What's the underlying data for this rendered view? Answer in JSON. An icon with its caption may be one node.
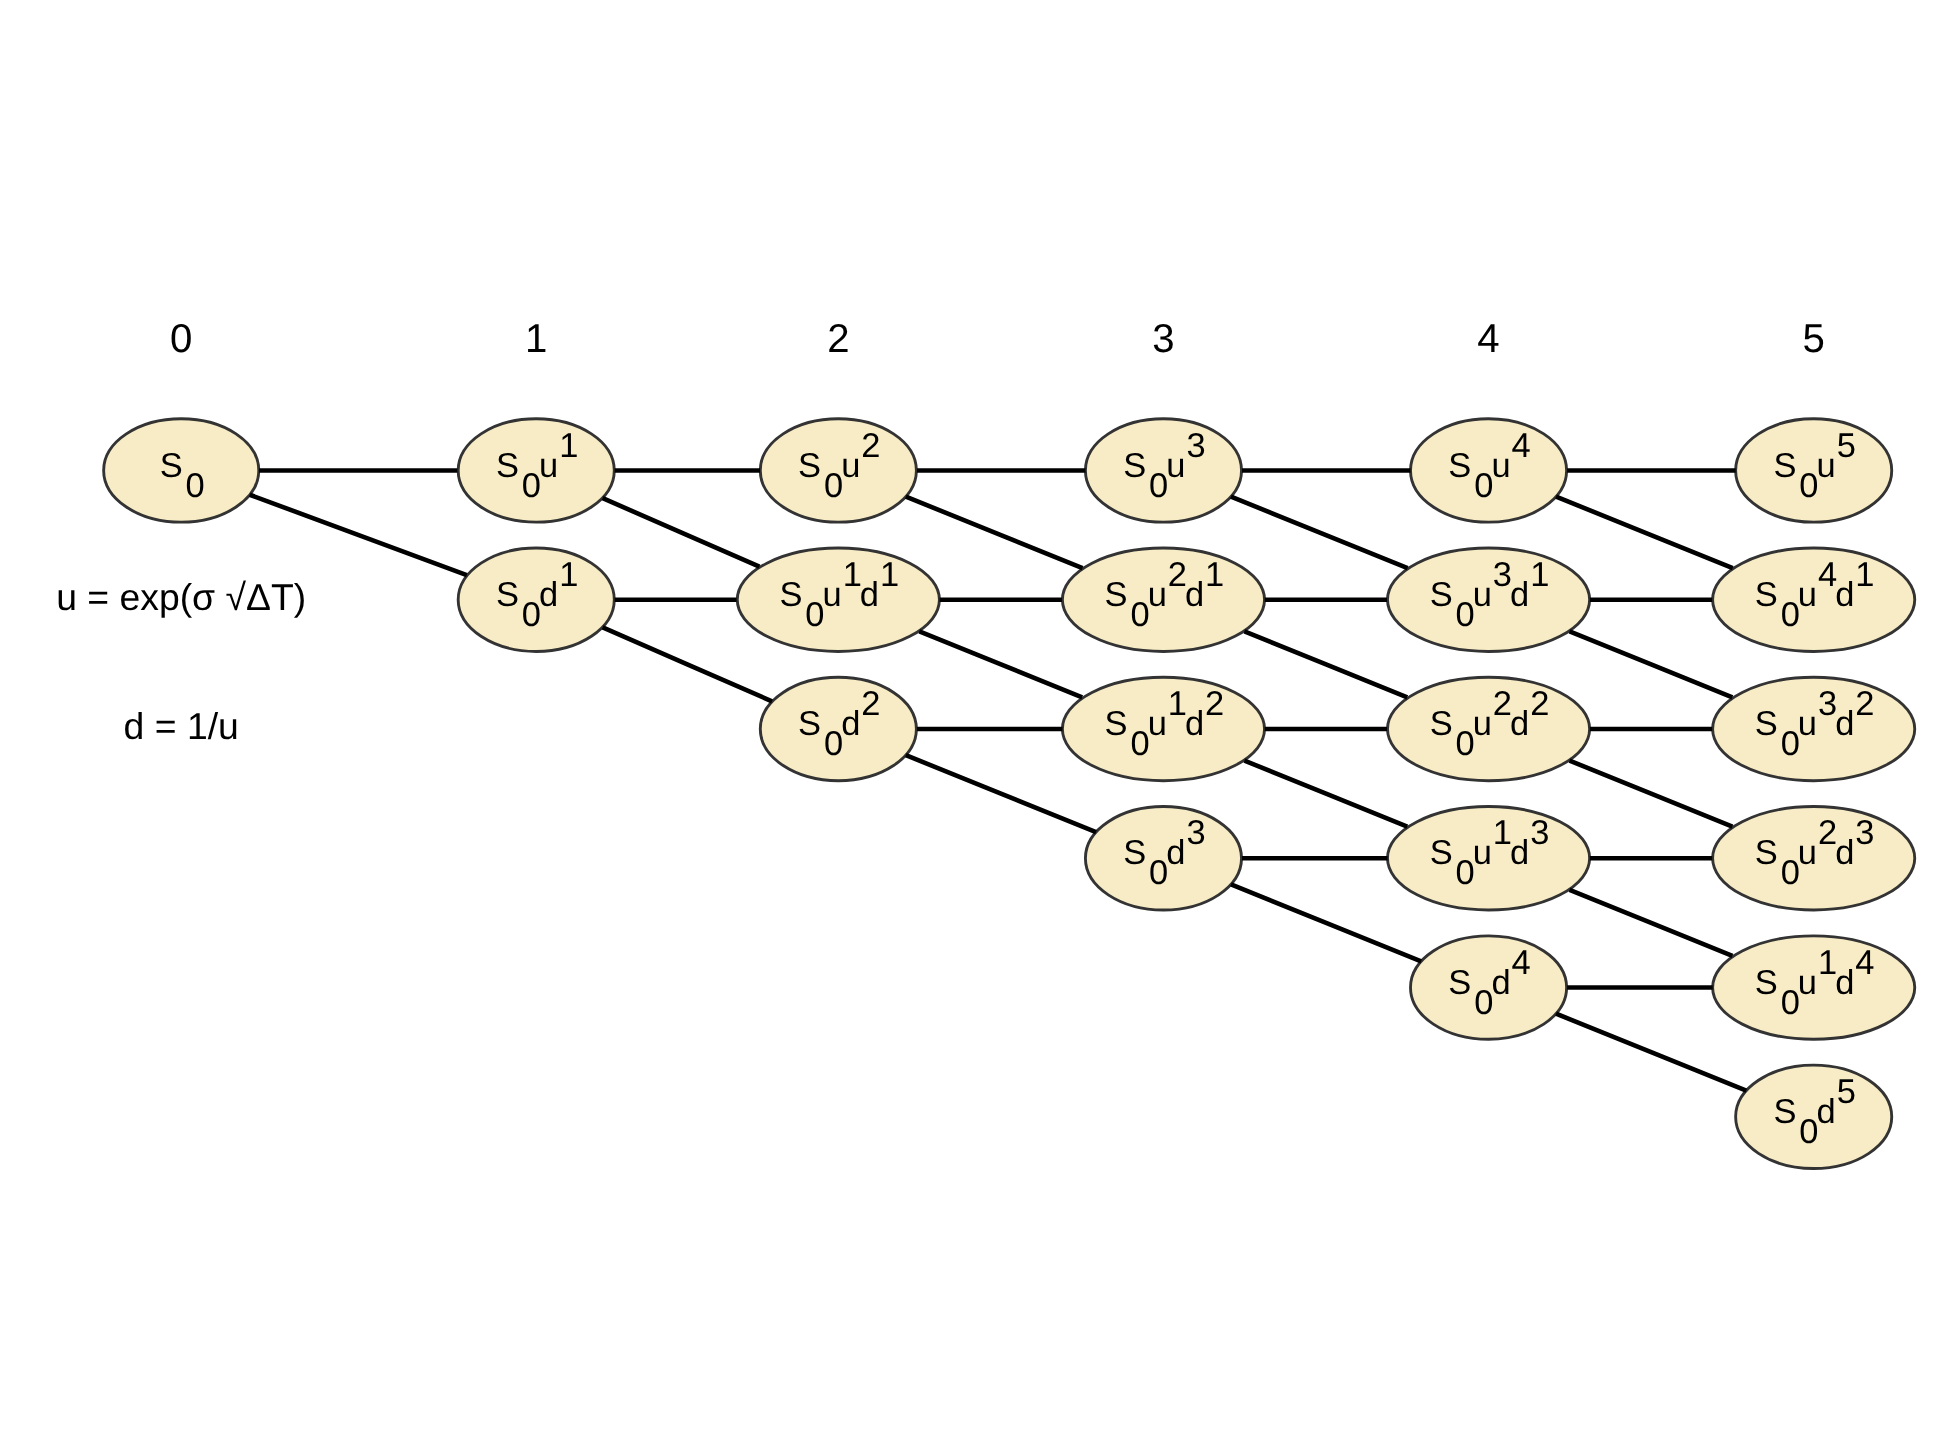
{
  "diagram": {
    "nodes": [
      {
        "text": [
          "S$_{0}$"
        ]
      },
      {
        "text": [
          "S$_{0}$u$^{1}$"
        ]
      },
      {
        "text": [
          "S$_{0}$d$^{1}$"
        ]
      },
      {
        "text": [
          "S$_{0}$u$^{2}$"
        ]
      },
      {
        "text": [
          "S$_{0}$u$^{1}$d$^{1}$"
        ]
      },
      {
        "text": [
          "S$_{0}$d$^{2}$"
        ]
      },
      {
        "text": [
          "S$_{0}$u$^{3}$"
        ]
      },
      {
        "text": [
          "S$_{0}$u$^{2}$d$^{1}$"
        ]
      },
      {
        "text": [
          "S$_{0}$u$^{1}$d$^{2}$"
        ]
      },
      {
        "text": [
          "S$_{0}$d$^{3}$"
        ]
      },
      {
        "text": [
          "S$_{0}$u$^{4}$"
        ]
      },
      {
        "text": [
          "S$_{0}$u$^{3}$d$^{1}$"
        ]
      },
      {
        "text": [
          "S$_{0}$u$^{2}$d$^{2}$"
        ]
      },
      {
        "text": [
          "S$_{0}$u$^{1}$d$^{3}$"
        ]
      },
      {
        "text": [
          "S$_{0}$d$^{4}$"
        ]
      },
      {
        "text": [
          "S$_{0}$u$^{5}$"
        ]
      },
      {
        "text": [
          "S$_{0}$u$^{4}$d$^{1}$"
        ]
      },
      {
        "text": [
          "S$_{0}$u$^{3}$d$^{2}$"
        ]
      },
      {
        "text": [
          "S$_{0}$u$^{2}$d$^{3}$"
        ]
      },
      {
        "text": [
          "S$_{0}$u$^{1}$d$^{4}$"
        ]
      },
      {
        "text": [
          "S$_{0}$d$^{5}$"
        ]
      }
    ],
    "edges": [
      {
        "from": 0,
        "to": 1,
        "arrow": "none"
      },
      {
        "from": 0,
        "to": 2,
        "arrow": "none"
      },
      {
        "from": 1,
        "to": 3,
        "arrow": "none"
      },
      {
        "from": 1,
        "to": 4,
        "arrow": "none"
      },
      {
        "from": 2,
        "to": 4,
        "arrow": "none"
      },
      {
        "from": 2,
        "to": 5,
        "arrow": "none"
      },
      {
        "from": 3,
        "to": 6,
        "arrow": "none"
      },
      {
        "from": 3,
        "to": 7,
        "arrow": "none"
      },
      {
        "from": 4,
        "to": 7,
        "arrow": "none"
      },
      {
        "from": 4,
        "to": 8,
        "arrow": "none"
      },
      {
        "from": 5,
        "to": 8,
        "arrow": "none"
      },
      {
        "from": 5,
        "to": 9,
        "arrow": "none"
      },
      {
        "from": 6,
        "to": 10,
        "arrow": "none"
      },
      {
        "from": 6,
        "to": 11,
        "arrow": "none"
      },
      {
        "from": 7,
        "to": 11,
        "arrow": "none"
      },
      {
        "from": 7,
        "to": 12,
        "arrow": "none"
      },
      {
        "from": 8,
        "to": 12,
        "arrow": "none"
      },
      {
        "from": 8,
        "to": 13,
        "arrow": "none"
      },
      {
        "from": 9,
        "to": 13,
        "arrow": "none"
      },
      {
        "from": 9,
        "to": 14,
        "arrow": "none"
      },
      {
        "from": 10,
        "to": 15,
        "arrow": "none"
      },
      {
        "from": 10,
        "to": 16,
        "arrow": "none"
      },
      {
        "from": 11,
        "to": 16,
        "arrow": "none"
      },
      {
        "from": 11,
        "to": 17,
        "arrow": "none"
      },
      {
        "from": 12,
        "to": 17,
        "arrow": "none"
      },
      {
        "from": 12,
        "to": 18,
        "arrow": "none"
      },
      {
        "from": 13,
        "to": 18,
        "arrow": "none"
      },
      {
        "from": 13,
        "to": 19,
        "arrow": "none"
      },
      {
        "from": 14,
        "to": 19,
        "arrow": "none"
      },
      {
        "from": 14,
        "to": 20,
        "arrow": "none"
      }
    ],
    "labels": [
      "0",
      "1",
      "2",
      "3",
      "4",
      "5",
      "u = exp(σ √ΔT)",
      "d = 1/u"
    ]
  }
}
